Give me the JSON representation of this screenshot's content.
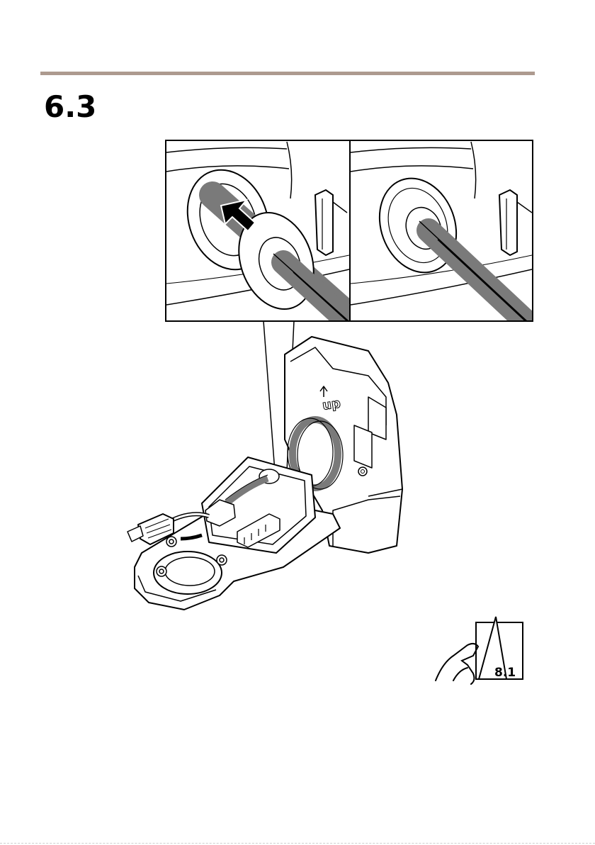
{
  "header": {
    "rule_color": "#ad9a8f"
  },
  "step": {
    "number": "6.3"
  },
  "illustrations": {
    "detail_panel": {
      "icons": [
        "push-arrow-icon"
      ]
    },
    "main_unit": {
      "embossed_label": "up"
    }
  },
  "page_reference": {
    "label": "8.1",
    "icon": "hand-turn-page-icon"
  }
}
